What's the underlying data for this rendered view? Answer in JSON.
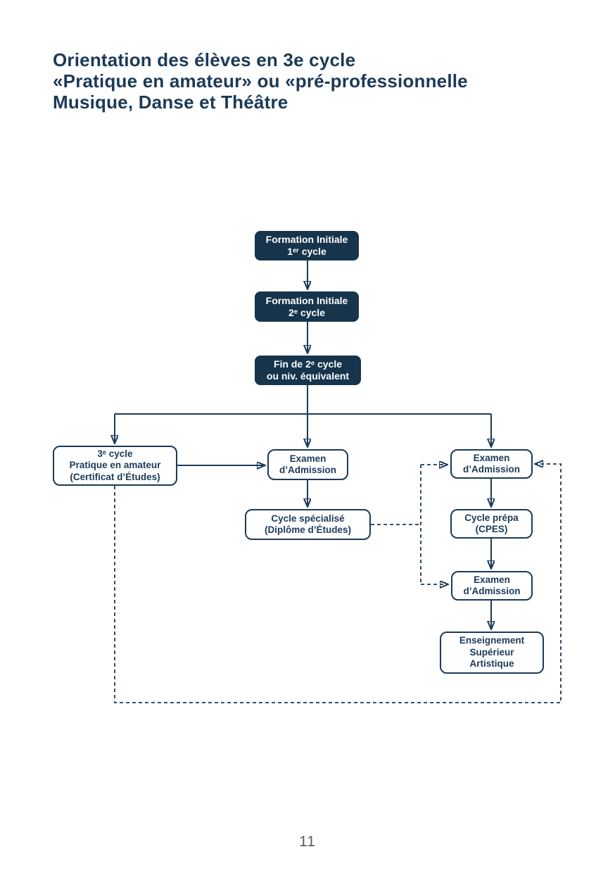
{
  "title": {
    "line1": "Orientation des élèves en 3e cycle",
    "line2": "«Pratique en amateur» ou «pré-professionnelle",
    "line3": "Musique, Danse et Théâtre"
  },
  "colors": {
    "navy_text_and_lines": "#1b3a58",
    "filled_box_background": "#16344c",
    "filled_box_text": "#ffffff",
    "page_background": "#ffffff",
    "page_number_text": "#57585a"
  },
  "flowchart": {
    "nodes": {
      "formation_initiale_1": {
        "label": "Formation Initiale\n1ᵉʳ cycle",
        "style": "filled"
      },
      "formation_initiale_2": {
        "label": "Formation Initiale\n2ᵉ cycle",
        "style": "filled"
      },
      "fin_2e_cycle": {
        "label": "Fin de 2ᵉ cycle\nou niv. équivalent",
        "style": "filled"
      },
      "cycle_3_amateur": {
        "label": "3ᵉ cycle\nPratique en amateur\n(Certificat d’Études)",
        "style": "outline"
      },
      "examen_admission_centre": {
        "label": "Examen\nd’Admission",
        "style": "outline"
      },
      "cycle_specialise": {
        "label": "Cycle spécialisé\n(Diplôme d’Études)",
        "style": "outline"
      },
      "examen_admission_droite_haut": {
        "label": "Examen\nd’Admission",
        "style": "outline"
      },
      "cycle_prepa": {
        "label": "Cycle prépa\n(CPES)",
        "style": "outline"
      },
      "examen_admission_droite_bas": {
        "label": "Examen\nd’Admission",
        "style": "outline"
      },
      "enseignement_superieur": {
        "label": "Enseignement\nSupérieur\nArtistique",
        "style": "outline"
      }
    },
    "edges": [
      {
        "from": "formation_initiale_1",
        "to": "formation_initiale_2",
        "style": "solid"
      },
      {
        "from": "formation_initiale_2",
        "to": "fin_2e_cycle",
        "style": "solid"
      },
      {
        "from": "fin_2e_cycle",
        "to": "cycle_3_amateur",
        "style": "solid"
      },
      {
        "from": "fin_2e_cycle",
        "to": "examen_admission_centre",
        "style": "solid"
      },
      {
        "from": "fin_2e_cycle",
        "to": "examen_admission_droite_haut",
        "style": "solid"
      },
      {
        "from": "cycle_3_amateur",
        "to": "examen_admission_centre",
        "style": "solid"
      },
      {
        "from": "examen_admission_centre",
        "to": "cycle_specialise",
        "style": "solid"
      },
      {
        "from": "examen_admission_droite_haut",
        "to": "cycle_prepa",
        "style": "solid"
      },
      {
        "from": "cycle_prepa",
        "to": "examen_admission_droite_bas",
        "style": "solid"
      },
      {
        "from": "examen_admission_droite_bas",
        "to": "enseignement_superieur",
        "style": "solid"
      },
      {
        "from": "cycle_3_amateur",
        "to": "examen_admission_droite_haut",
        "style": "dashed"
      },
      {
        "from": "cycle_specialise",
        "to": "examen_admission_droite_haut",
        "style": "dashed"
      },
      {
        "from": "cycle_specialise",
        "to": "examen_admission_droite_bas",
        "style": "dashed"
      }
    ]
  },
  "page": {
    "number": "11"
  }
}
